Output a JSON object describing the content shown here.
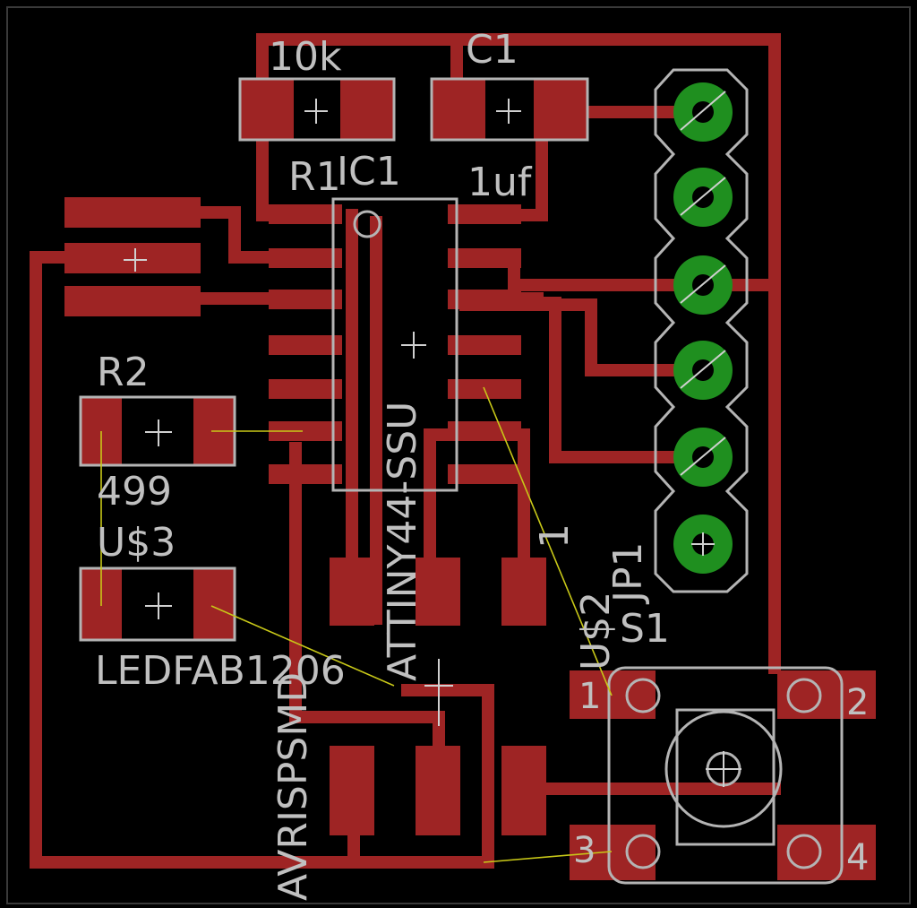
{
  "colors": {
    "background": "#000000",
    "copper": "#9e2424",
    "silkscreen": "#b4b4b4",
    "via": "#1f8f1f",
    "airwire": "#c8c818"
  },
  "labels": {
    "r1_value": "10k",
    "c1_name": "C1",
    "r1_name": "R1",
    "ic1_name": "IC1",
    "c1_value": "1uf",
    "ic_part": "ATTINY44-SSU",
    "r2_name": "R2",
    "r2_value": "499",
    "us3_name": "U$3",
    "led_part": "LEDFAB1206",
    "avrisp_part": "AVRISPSMD",
    "us2_name": "U$2",
    "jp1_name": "JP1",
    "s1_name": "S1",
    "pin_one_marker": "1"
  },
  "switch_pins": [
    "1",
    "2",
    "3",
    "4"
  ]
}
